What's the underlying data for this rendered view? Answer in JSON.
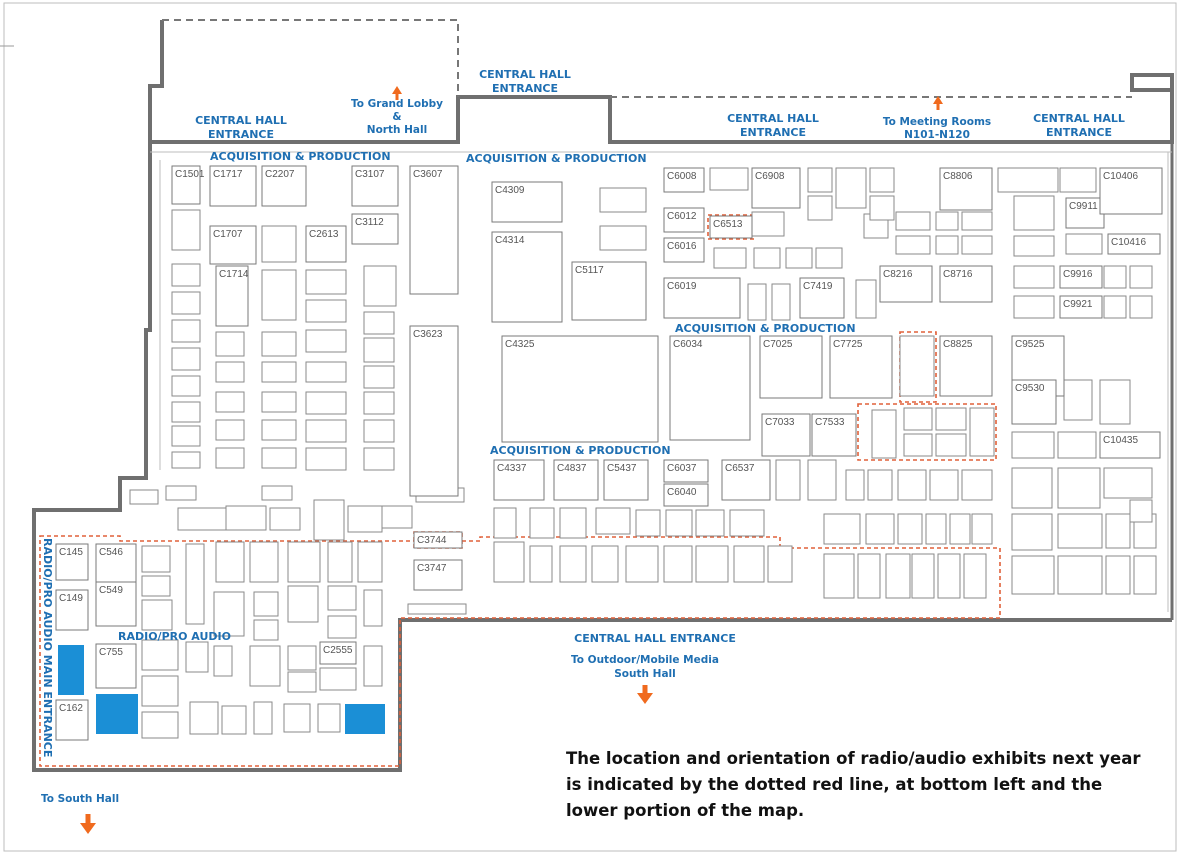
{
  "entrances": {
    "top_center": [
      "CENTRAL HALL",
      "ENTRANCE"
    ],
    "top_left": [
      "CENTRAL HALL",
      "ENTRANCE"
    ],
    "top_right_1": [
      "CENTRAL HALL",
      "ENTRANCE"
    ],
    "top_right_2": [
      "CENTRAL HALL",
      "ENTRANCE"
    ],
    "bottom": "CENTRAL HALL ENTRANCE"
  },
  "directions": {
    "grand_lobby": [
      "To Grand Lobby",
      "&",
      "North Hall"
    ],
    "meeting_rooms": [
      "To Meeting Rooms",
      "N101-N120"
    ],
    "outdoor": [
      "To Outdoor/Mobile Media",
      "South Hall"
    ],
    "south_hall": "To South Hall"
  },
  "sections": {
    "acq1": "ACQUISITION & PRODUCTION",
    "acq2": "ACQUISITION & PRODUCTION",
    "acq3": "ACQUISITION & PRODUCTION",
    "acq4": "ACQUISITION & PRODUCTION",
    "radio_pro": "RADIO/PRO AUDIO",
    "radio_main": "RADIO/PRO AUDIO MAIN ENTRANCE"
  },
  "caption": "The location and orientation of radio/audio exhibits next year is indicated by the dotted red line, at bottom left and the lower portion of the map.",
  "colors": {
    "hall_wall": "#6f6f6f",
    "booth_stroke": "#7a7a7a",
    "label_blue": "#1f6fb2",
    "red_dotted": "#e0603a",
    "arrow_orange": "#f06a1e",
    "highlight_blue": "#1b8fd6"
  },
  "booths": [
    {
      "id": "C1501"
    },
    {
      "id": "C1717"
    },
    {
      "id": "C2207"
    },
    {
      "id": "C3107"
    },
    {
      "id": "C3607"
    },
    {
      "id": "C1707"
    },
    {
      "id": "C2613"
    },
    {
      "id": "C3112"
    },
    {
      "id": "C1714"
    },
    {
      "id": "C3623"
    },
    {
      "id": "C4309"
    },
    {
      "id": "C4314"
    },
    {
      "id": "C5117"
    },
    {
      "id": "C4325"
    },
    {
      "id": "C6034"
    },
    {
      "id": "C6008"
    },
    {
      "id": "C6908"
    },
    {
      "id": "C6012"
    },
    {
      "id": "C6513"
    },
    {
      "id": "C6016"
    },
    {
      "id": "C6019"
    },
    {
      "id": "C7419"
    },
    {
      "id": "C7025"
    },
    {
      "id": "C7725"
    },
    {
      "id": "C8216"
    },
    {
      "id": "C8716"
    },
    {
      "id": "C8806"
    },
    {
      "id": "C8825"
    },
    {
      "id": "C9911"
    },
    {
      "id": "C10406"
    },
    {
      "id": "C10416"
    },
    {
      "id": "C9916"
    },
    {
      "id": "C9921"
    },
    {
      "id": "C9525"
    },
    {
      "id": "C9530"
    },
    {
      "id": "C10435"
    },
    {
      "id": "C7033"
    },
    {
      "id": "C7533"
    },
    {
      "id": "C4337"
    },
    {
      "id": "C4837"
    },
    {
      "id": "C5437"
    },
    {
      "id": "C6037"
    },
    {
      "id": "C6537"
    },
    {
      "id": "C6040"
    },
    {
      "id": "C3744"
    },
    {
      "id": "C3747"
    },
    {
      "id": "C145"
    },
    {
      "id": "C546"
    },
    {
      "id": "C149"
    },
    {
      "id": "C549"
    },
    {
      "id": "C755"
    },
    {
      "id": "C162"
    },
    {
      "id": "C2555"
    }
  ]
}
